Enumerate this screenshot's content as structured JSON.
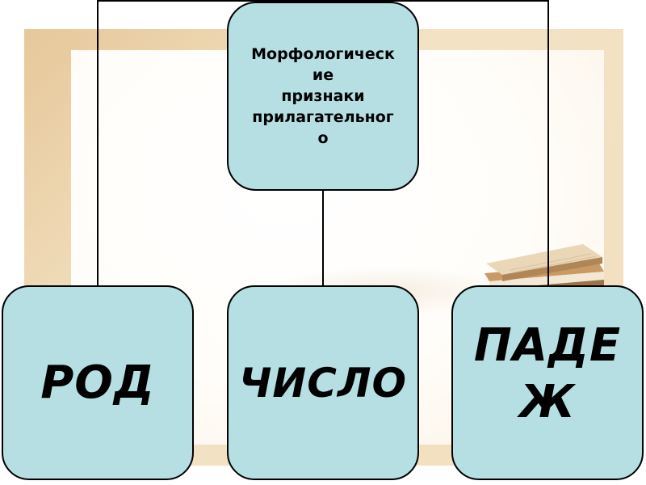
{
  "diagram": {
    "root": {
      "text": "Морфологическ\nие\nпризнаки\nприлагательног\nо"
    },
    "children": [
      {
        "text": "РОД"
      },
      {
        "text": "ЧИСЛО"
      },
      {
        "text": "ПАДЕ\nЖ"
      }
    ]
  },
  "colors": {
    "node_fill": "#b5dfe3",
    "node_border": "#000000",
    "frame": "#e6c89a",
    "connector": "#000000"
  }
}
